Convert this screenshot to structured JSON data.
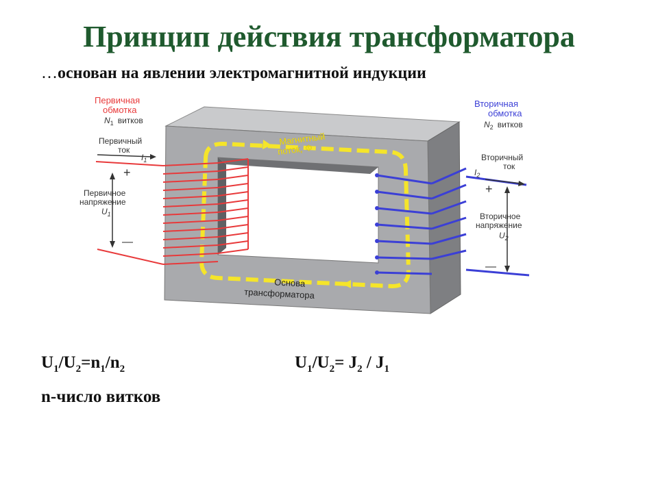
{
  "title": "Принцип действия трансформатора",
  "subtitle": {
    "prefix": "…",
    "text": "основан на явлении электромагнитной индукции"
  },
  "diagram": {
    "primary_winding": {
      "line1": "Первичная",
      "line2": "обмотка",
      "symbol": "N",
      "subscript": "1",
      "suffix": "витков"
    },
    "secondary_winding": {
      "line1": "Вторичная",
      "line2": "обмотка",
      "symbol": "N",
      "subscript": "2",
      "suffix": "витков"
    },
    "primary_current": {
      "line1": "Первичный",
      "line2": "ток",
      "symbol": "I",
      "subscript": "1"
    },
    "secondary_current": {
      "line1": "Вторичный",
      "line2": "ток",
      "symbol": "I",
      "subscript": "2"
    },
    "primary_voltage": {
      "line1": "Первичное",
      "line2": "напряжение",
      "symbol": "U",
      "subscript": "1"
    },
    "secondary_voltage": {
      "line1": "Вторичное",
      "line2": "напряжение",
      "symbol": "U",
      "subscript": "2"
    },
    "flux": {
      "line1": "Магнитный",
      "line2": "поток,",
      "symbol": "Φ"
    },
    "core": {
      "line1": "Основа",
      "line2": "трансформатора"
    },
    "plus": "+",
    "minus": "—",
    "colors": {
      "primary": "#e8393a",
      "secondary": "#3b3fd6",
      "flux": "#f5e52a",
      "core_face": "#a9aaad",
      "title": "#1f5a2e"
    }
  },
  "formulas": {
    "left": {
      "a": "U",
      "a_sub": "1",
      "b": "U",
      "b_sub": "2",
      "c": "n",
      "c_sub": "1",
      "d": "n",
      "d_sub": "2"
    },
    "right": {
      "a": "U",
      "a_sub": "1",
      "b": "U",
      "b_sub": "2",
      "c": "J",
      "c_sub": "2",
      "d": "J",
      "d_sub": "1"
    },
    "note": "n-число витков"
  }
}
